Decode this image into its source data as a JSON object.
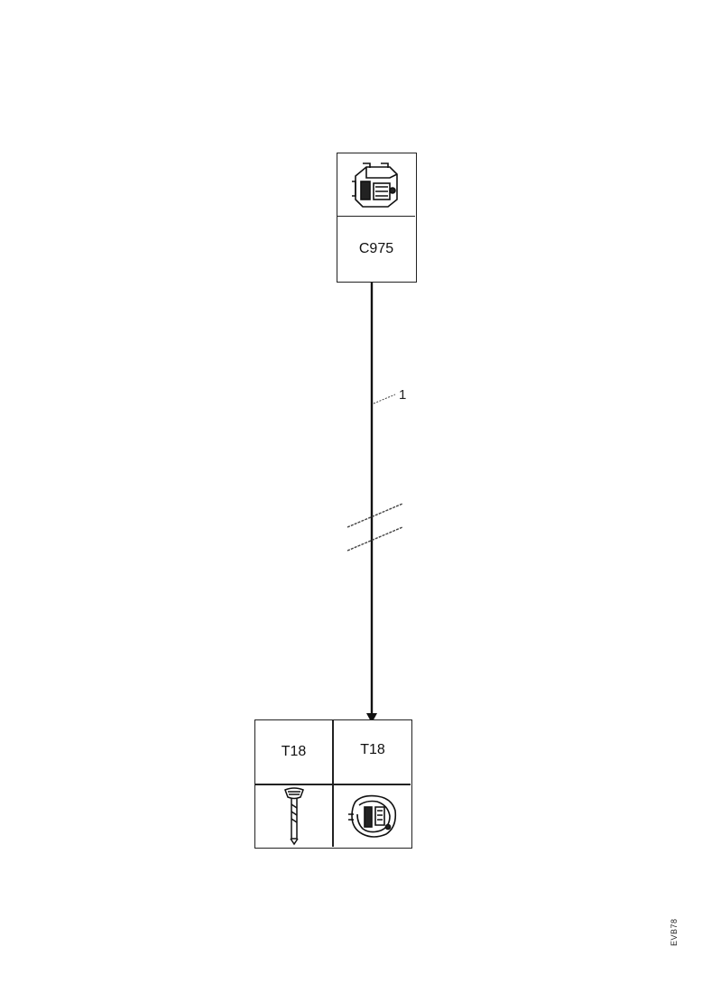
{
  "top_connector": {
    "label": "C975",
    "icon": "connector-housing-icon"
  },
  "wire": {
    "tag": "1",
    "break_marker": "cut-symbol"
  },
  "bottom_connector": {
    "pin_label": "T18",
    "body_label": "T18",
    "pin_icon": "terminal-pin-icon",
    "body_icon": "round-connector-icon"
  },
  "page_code": "EVB78"
}
